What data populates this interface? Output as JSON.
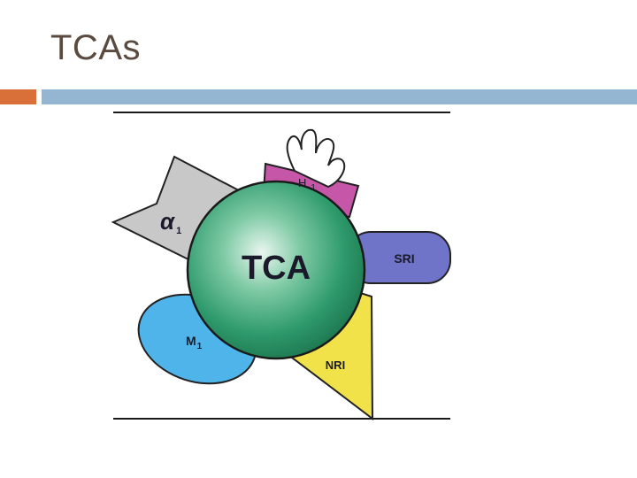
{
  "slide": {
    "title": "TCAs"
  },
  "diagram": {
    "center_label": "TCA",
    "receptors": [
      {
        "id": "alpha1",
        "label": "α",
        "subscript": "1",
        "shape": "triangle",
        "color": "#c8c8c8"
      },
      {
        "id": "h1",
        "label": "H",
        "subscript": "1",
        "shape": "rectangle",
        "color": "#c657a8"
      },
      {
        "id": "sri",
        "label": "SRI",
        "shape": "rounded-rect",
        "color": "#6f74c8"
      },
      {
        "id": "m1",
        "label": "M",
        "subscript": "1",
        "shape": "ellipse",
        "color": "#4fb4ea"
      },
      {
        "id": "nri",
        "label": "NRI",
        "shape": "triangle",
        "color": "#f2e24a"
      }
    ]
  },
  "colors": {
    "title": "#5a4a3f",
    "accent_orange": "#d9703a",
    "accent_blue": "#94b6d2",
    "center_sphere": "#2e9a6c"
  }
}
